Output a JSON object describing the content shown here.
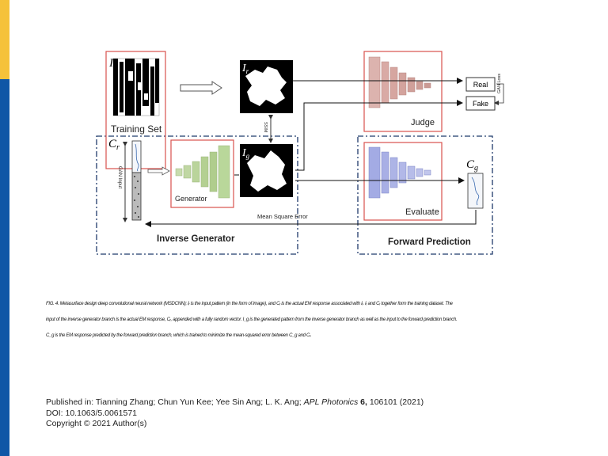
{
  "diagram": {
    "training_set_symbol": "I",
    "training_set_symbol_sub": "r",
    "training_set_label": "Training Set",
    "real_symbol": "I",
    "real_symbol_sub": "r",
    "generated_symbol": "I",
    "generated_symbol_sub": "g",
    "ssim_label": "SSIM",
    "response_symbol": "C",
    "response_symbol_sub": "r",
    "gan_input_label": "GAN Input",
    "generator_label": "Generator",
    "mse_label": "Mean Square Error",
    "judge_label": "Judge",
    "real_label": "Real",
    "fake_label": "Fake",
    "gan_loss_label": "GAN Loss",
    "evaluate_label": "Evaluate",
    "predicted_symbol": "C",
    "predicted_symbol_sub": "g",
    "inverse_generator_label": "Inverse Generator",
    "forward_prediction_label": "Forward Prediction"
  },
  "caption": {
    "line1": "FIG. 4. Metasurface design deep convolutional neural network (MSDCNN); Iᵣ is the input pattern (in the form of image), and Cᵣ is the actual EM response associated with Iᵣ. Iᵣ and Cᵣ together form the training dataset. The",
    "line2": "input of the inverse generator branch is the actual EM response, Cᵣ, appended with a fully random vector. I_g is the generated pattern from the inverse generator branch as well as the input to the forward prediction branch.",
    "line3": "C_g is the EM response predicted by the forward prediction branch, which is trained to minimize the mean-squared error between C_g and Cᵣ."
  },
  "footer": {
    "published_prefix": "Published in: Tianning Zhang; Chun Yun Kee; Yee Sin Ang; L. K. Ang; ",
    "journal": "APL Photonics",
    "volume": "6,",
    "rest": " 106101 (2021)",
    "doi": "DOI: 10.1063/5.0061571",
    "copyright": "Copyright © 2021 Author(s)"
  },
  "colors": {
    "yellow_bar": "#f5c23a",
    "blue_bar": "#0f56a6",
    "box_red": "#d9524e",
    "dashed_navy": "#1f3a6b",
    "generator_green": "#b9d79a",
    "judge_pink": "#d9a9a4",
    "evaluate_blue": "#9aa3e0"
  }
}
